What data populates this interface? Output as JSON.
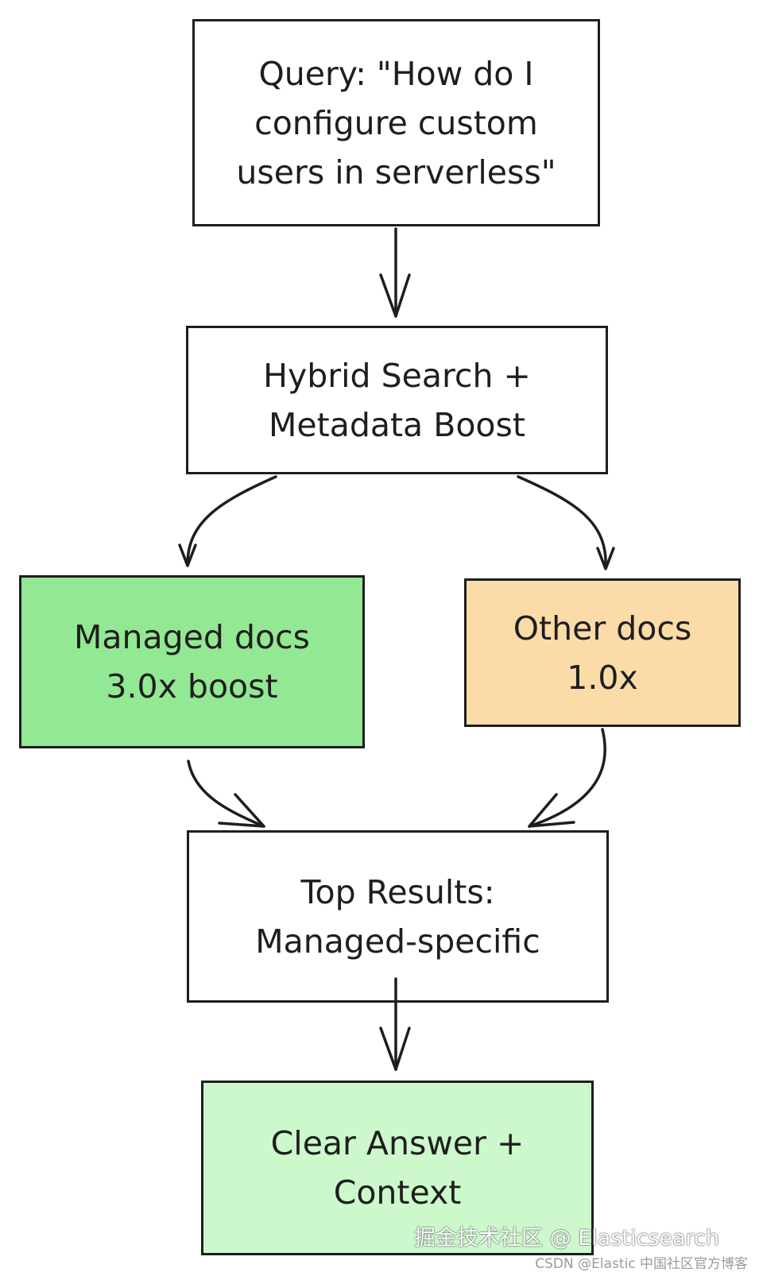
{
  "nodes": {
    "query": {
      "lines": [
        "Query: \"How do I",
        "configure custom",
        "users in serverless\""
      ]
    },
    "hybrid": {
      "lines": [
        "Hybrid Search +",
        "Metadata Boost"
      ]
    },
    "managed": {
      "lines": [
        "Managed docs",
        "3.0x boost"
      ],
      "fill": "#93e993"
    },
    "other": {
      "lines": [
        "Other docs",
        "1.0x"
      ],
      "fill": "#fbdba8"
    },
    "top": {
      "lines": [
        "Top Results:",
        "Managed-specific"
      ]
    },
    "clear": {
      "lines": [
        "Clear Answer +",
        "Context"
      ],
      "fill": "#ccf8cc"
    }
  },
  "watermark": {
    "main": "掘金技术社区 @ Elasticsearch",
    "sub": "CSDN @Elastic 中国社区官方博客"
  }
}
